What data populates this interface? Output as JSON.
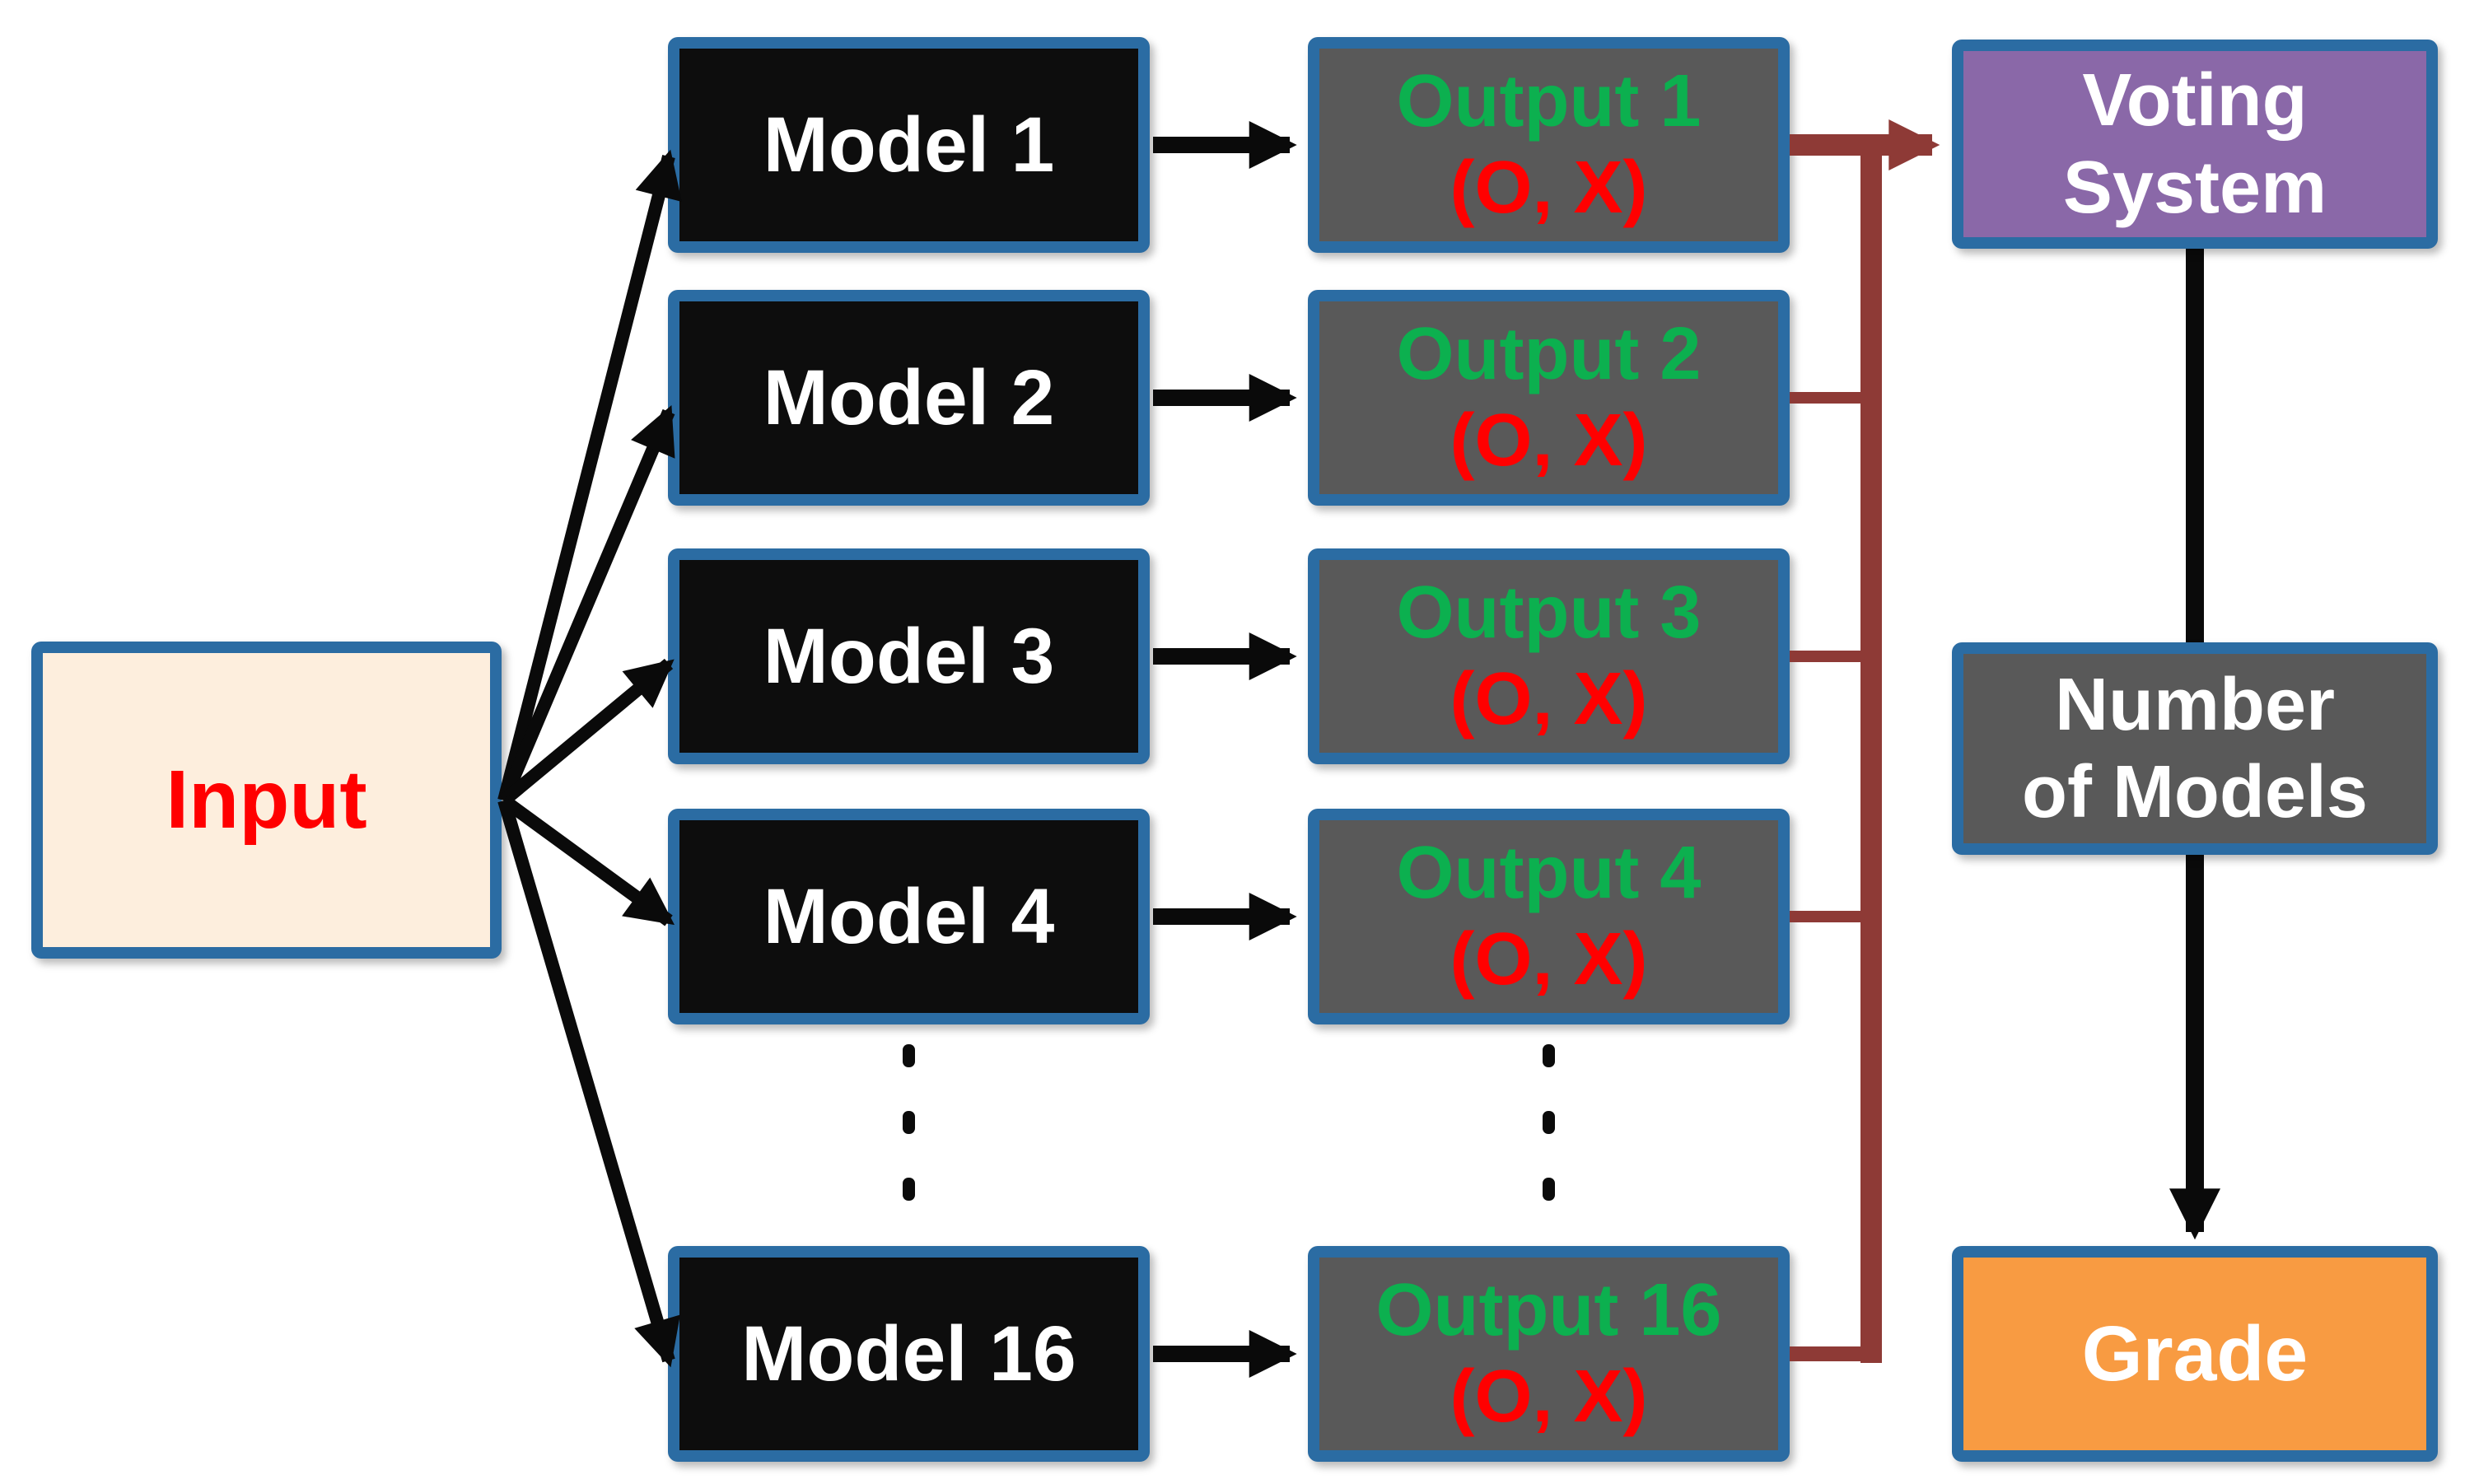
{
  "diagram": {
    "title_hint": "ensemble-voting-diagram",
    "input": {
      "label": "Input"
    },
    "models": [
      {
        "label": "Model 1"
      },
      {
        "label": "Model 2"
      },
      {
        "label": "Model 3"
      },
      {
        "label": "Model 4"
      },
      {
        "label": "Model 16"
      }
    ],
    "outputs": [
      {
        "label": "Output 1",
        "value": "(O, X)"
      },
      {
        "label": "Output 2",
        "value": "(O, X)"
      },
      {
        "label": "Output 3",
        "value": "(O, X)"
      },
      {
        "label": "Output 4",
        "value": "(O, X)"
      },
      {
        "label": "Output 16",
        "value": "(O, X)"
      }
    ],
    "voting_system": {
      "line1": "Voting",
      "line2": "System"
    },
    "number_of_models": {
      "line1": "Number",
      "line2": "of Models"
    },
    "grade": {
      "label": "Grade"
    },
    "ellipsis": {
      "glyph": "⋮"
    },
    "colors": {
      "border_blue": "#2b6ca3",
      "input_fill": "#fdeedd",
      "input_text_red": "#ff0000",
      "model_fill": "#0d0d0d",
      "model_text": "#ffffff",
      "output_fill": "#595959",
      "output_label_green": "#0cb04f",
      "output_value_red": "#ff0000",
      "voting_fill": "#8a68a8",
      "number_of_models_fill": "#595959",
      "grade_fill": "#f89b42",
      "arrow_black": "#0a0a0a",
      "arrow_maroon": "#8e3a36",
      "background": "#ffffff"
    }
  }
}
